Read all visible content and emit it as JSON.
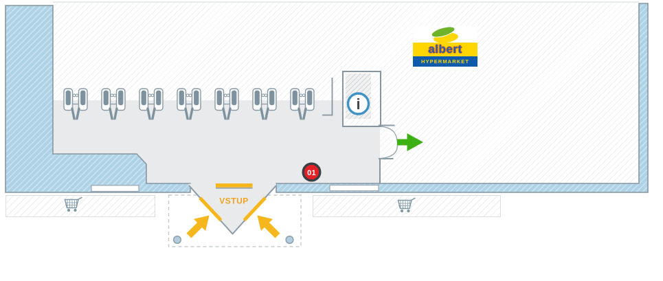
{
  "floorplan": {
    "logo": {
      "brand": "albert",
      "subtitle": "HYPERMARKET"
    },
    "entrance": {
      "label": "VSTUP",
      "arrow_icons": [
        "arrow-up-right-icon",
        "arrow-up-left-icon"
      ]
    },
    "exit_arrow_icon": "arrow-right-icon",
    "marker": {
      "label": "01"
    },
    "info_point": {
      "glyph": "i",
      "icon": "info-icon"
    },
    "checkouts": {
      "count": 7,
      "icon": "checkout-lane-icon"
    },
    "cart_zones": [
      {
        "icon": "shopping-cart-icon"
      },
      {
        "icon": "shopping-cart-icon"
      }
    ],
    "doors": {
      "icon": "double-swing-door-icon"
    },
    "colors": {
      "wall_blue": "#ADD2E6",
      "floor_gray": "#E9EAEB",
      "outline_gray": "#8695A1",
      "accent_yellow": "#F5B61E",
      "entrance_text": "#EFA320",
      "marker_red": "#E32228",
      "marker_ring": "#3A4146",
      "arrow_green": "#3DB113",
      "info_blue": "#3E92C5",
      "logo_yellow": "#FFD502",
      "logo_blue": "#0E5BAB"
    }
  }
}
